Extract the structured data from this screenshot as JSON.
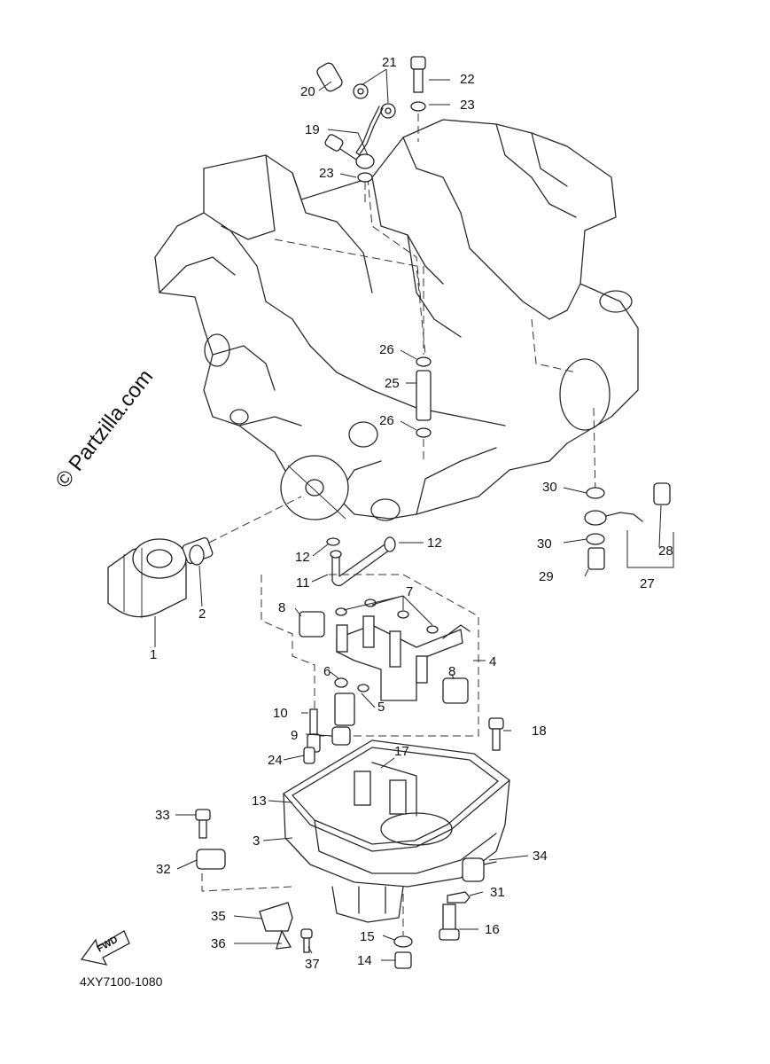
{
  "watermark": "© Partzilla.com",
  "diagram_code": "4XY7100-1080",
  "fwd_label": "FWD",
  "callouts": [
    "1",
    "2",
    "3",
    "4",
    "5",
    "6",
    "7",
    "8",
    "8",
    "9",
    "10",
    "11",
    "12",
    "12",
    "13",
    "14",
    "15",
    "16",
    "17",
    "18",
    "19",
    "20",
    "21",
    "22",
    "23",
    "23",
    "24",
    "25",
    "26",
    "26",
    "27",
    "28",
    "29",
    "30",
    "30",
    "31",
    "32",
    "33",
    "34",
    "35",
    "36",
    "37"
  ]
}
